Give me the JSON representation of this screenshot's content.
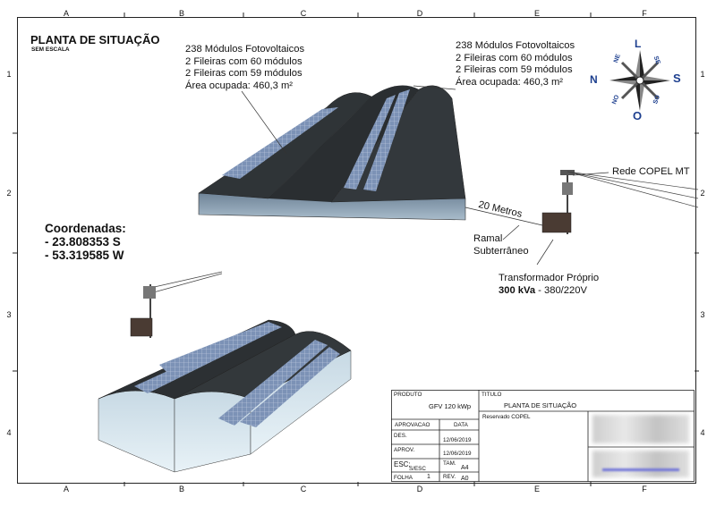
{
  "sheet": {
    "columns": [
      "A",
      "B",
      "C",
      "D",
      "E",
      "F"
    ],
    "rows": [
      "1",
      "2",
      "3",
      "4"
    ]
  },
  "title": {
    "main": "PLANTA DE SITUAÇÃO",
    "scale": "SEM ESCALA"
  },
  "labels": {
    "roof_left": [
      "238 Módulos Fotovoltaicos",
      "2 Fileiras com 60 módulos",
      "2 Fileiras com 59 módulos",
      "Área ocupada: 460,3 m²"
    ],
    "roof_right": [
      "238 Módulos Fotovoltaicos",
      "2 Fileiras com 60 módulos",
      "2 Fileiras com 59 módulos",
      "Área ocupada: 460,3 m²"
    ],
    "rede": "Rede COPEL MT",
    "distance": "20 Metros",
    "ramal": [
      "Ramal",
      "Subterrâneo"
    ],
    "transformer_title": "Transformador Próprio",
    "transformer_power": "300 kVa",
    "transformer_voltage": " - 380/220V"
  },
  "coordinates": {
    "heading": "Coordenadas:",
    "lat": " - 23.808353 S",
    "lon": " - 53.319585 W"
  },
  "compass": {
    "n": "N",
    "s": "S",
    "l": "L",
    "o": "O",
    "ne": "NE",
    "se": "SE",
    "no": "NO",
    "so": "SO"
  },
  "title_block": {
    "produto_label": "PRODUTO",
    "produto_value": "GFV 120 kWp",
    "titulo_label": "TITULO",
    "titulo_value": "PLANTA DE SITUAÇÃO",
    "aprovacao_label": "APROVACAO",
    "data_label": "DATA",
    "des_label": "DES.",
    "des_date": "12/06/2019",
    "aprov_label": "APROV.",
    "aprov_date": "12/06/2019",
    "esc_label": "ESC:",
    "esc_value": "S/ESC",
    "tam_label": "TAM.",
    "tam_value": "A4",
    "folha_label": "FOLHA",
    "folha_value": "1",
    "rev_label": "REV.",
    "rev_value": "A0",
    "reservado": "Reservado COPEL"
  },
  "colors": {
    "roof": "#2c3033",
    "panel": "#7f95b8",
    "wall": "#8fa3b6",
    "compass_blue": "#1d3f8f"
  }
}
